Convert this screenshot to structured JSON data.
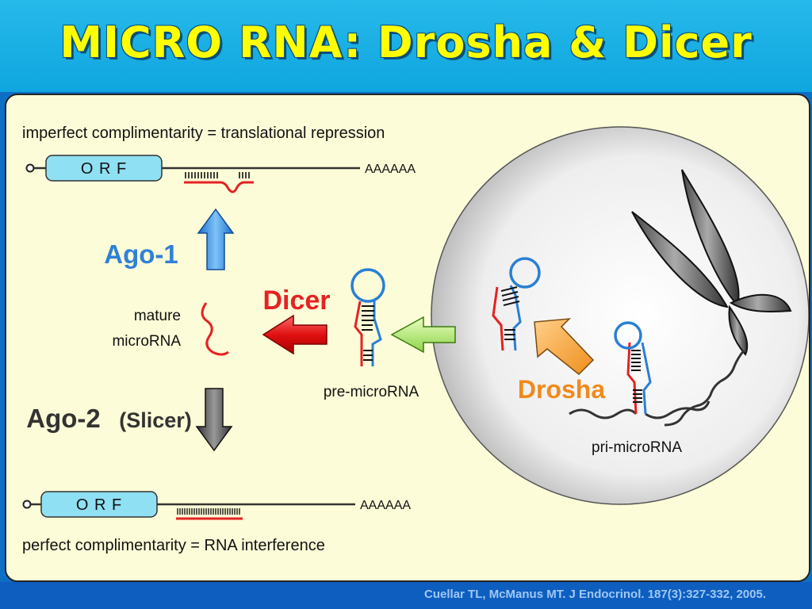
{
  "slide": {
    "title": "MICRO RNA:  Drosha & Dicer",
    "citation": "Cuellar TL, McManus MT.  J Endocrinol. 187(3):327-332, 2005."
  },
  "diagram": {
    "top_caption": "imperfect complimentarity = translational repression",
    "bottom_caption": "perfect complimentarity = RNA interference",
    "orf_label": "O R F",
    "polya": "AAAAAA",
    "ago1": "Ago-1",
    "ago2": "Ago-2",
    "slicer": "(Slicer)",
    "dicer": "Dicer",
    "drosha": "Drosha",
    "mature_1": "mature",
    "mature_2": "microRNA",
    "pre_microrna": "pre-microRNA",
    "pri_microrna": "pri-microRNA"
  },
  "colors": {
    "title": "#ffff00",
    "dicer": "#e52222",
    "drosha": "#f08a1c",
    "ago1": "#2f80d8",
    "mirna_red": "#e52222",
    "rna_blue": "#2a7fd4",
    "orf_fill": "#8ee0f2"
  }
}
